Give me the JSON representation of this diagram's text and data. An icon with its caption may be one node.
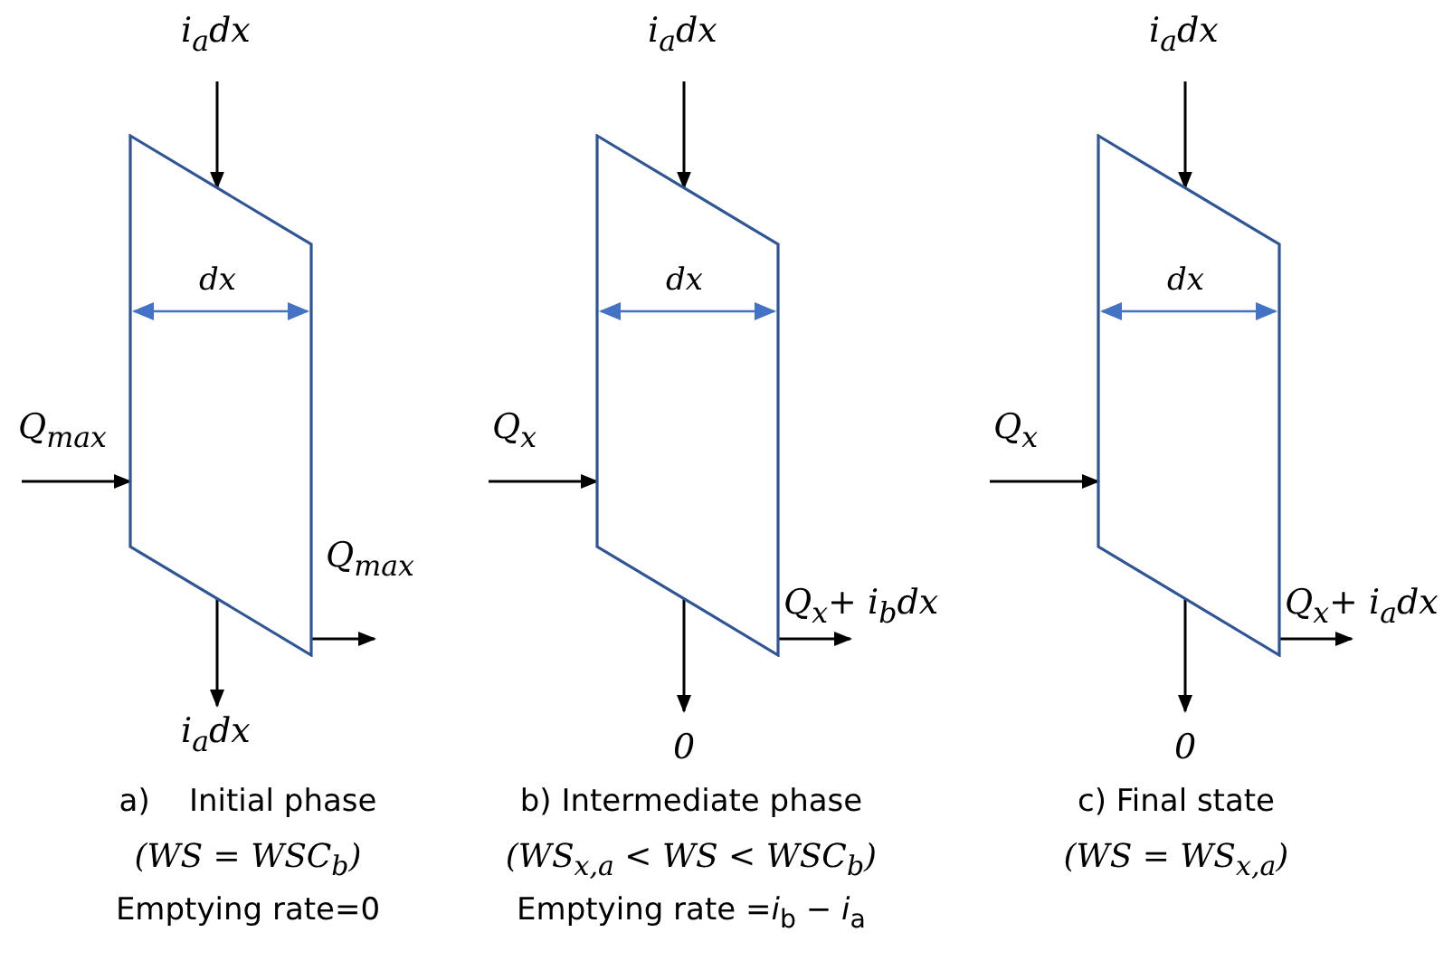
{
  "diagram": {
    "nodes": [
      {
        "text": [
          "i$_{a}$dx"
        ]
      },
      {
        "text": [],
        "shape": "parallelogram"
      },
      {
        "text": [
          "Q$_{max}$"
        ]
      },
      {
        "text": [
          "Q$_{max}$"
        ]
      },
      {
        "text": [
          "i$_{a}$dx"
        ]
      },
      {
        "text": [
          "i$_{a}$dx"
        ]
      },
      {
        "text": [],
        "shape": "parallelogram"
      },
      {
        "text": [
          "Q$_{x}$"
        ]
      },
      {
        "text": [
          "Q$_{x}$+ i$_{b}$dx"
        ]
      },
      {
        "text": [
          "0"
        ]
      },
      {
        "text": [
          "i$_{a}$dx"
        ]
      },
      {
        "text": [],
        "shape": "parallelogram"
      },
      {
        "text": [
          "Q$_{x}$"
        ]
      },
      {
        "text": [
          "Q$_{x}$+ i$_{a}$dx"
        ]
      },
      {
        "text": [
          "0"
        ]
      }
    ],
    "edges": [
      {
        "from": 0,
        "to": 1,
        "arrow": "to"
      },
      {
        "from": 2,
        "to": 1,
        "arrow": "to"
      },
      {
        "from": 1,
        "to": 3,
        "arrow": "to"
      },
      {
        "from": 1,
        "to": 4,
        "arrow": "to"
      },
      {
        "from": 5,
        "to": 6,
        "arrow": "to"
      },
      {
        "from": 7,
        "to": 6,
        "arrow": "to"
      },
      {
        "from": 6,
        "to": 8,
        "arrow": "to"
      },
      {
        "from": 6,
        "to": 9,
        "arrow": "to"
      },
      {
        "from": 10,
        "to": 11,
        "arrow": "to"
      },
      {
        "from": 12,
        "to": 11,
        "arrow": "to"
      },
      {
        "from": 11,
        "to": 13,
        "arrow": "to"
      },
      {
        "from": 11,
        "to": 14,
        "arrow": "to"
      }
    ],
    "labels": [
      "dx",
      "dx",
      "dx",
      "a)    Initial phase",
      "(WS = WSC$_{b}$)",
      "Emptying rate=0",
      "b) Intermediate phase",
      "(WS$_{x,a}$ < WS < WSC$_{b}$)",
      "Emptying rate =*i*$_{b}$ *− i*$_{a}$",
      "c) Final state",
      "(WS = WS$_{x,a}$)"
    ]
  }
}
